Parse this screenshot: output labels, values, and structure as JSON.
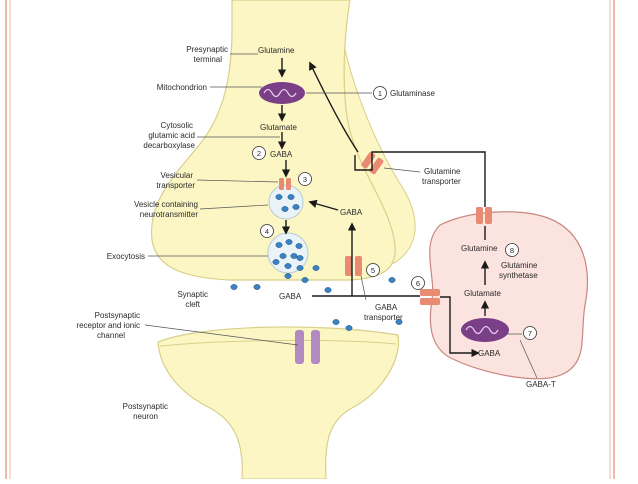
{
  "labels": {
    "presynaptic_terminal": [
      "Presynaptic",
      "terminal"
    ],
    "mitochondrion": "Mitochondrion",
    "cytosolic_gad": [
      "Cytosolic",
      "glutamic acid",
      "decarboxylase"
    ],
    "vesicular_transporter": [
      "Vesicular",
      "transporter"
    ],
    "vesicle_containing_nt": [
      "Vesicle containing",
      "neurotransmitter"
    ],
    "exocytosis": "Exocytosis",
    "synaptic_cleft": [
      "Synaptic",
      "cleft"
    ],
    "postsynaptic_receptor": [
      "Postsynaptic",
      "receptor and ionic",
      "channel"
    ],
    "postsynaptic_neuron": [
      "Postsynaptic",
      "neuron"
    ],
    "glutamine_top": "Glutamine",
    "glutamate_top": "Glutamate",
    "gaba_step2": "GABA",
    "gaba_cleft": "GABA",
    "gaba_mid": "GABA",
    "gaba_transporter": [
      "GABA",
      "transporter"
    ],
    "glutaminase": "Glutaminase",
    "glutamine_transporter": [
      "Glutamine",
      "transporter"
    ],
    "glutamine_glia": "Glutamine",
    "glutamine_synthetase": [
      "Glutamine",
      "synthetase"
    ],
    "glutamate_glia": "Glutamate",
    "gaba_glia": "GABA",
    "gaba_t": "GABA-T"
  },
  "step_numbers": [
    "1",
    "2",
    "3",
    "4",
    "5",
    "6",
    "7",
    "8"
  ],
  "colors": {
    "presynaptic_fill": "#fbf6c4",
    "presynaptic_stroke": "#d9cf8a",
    "glia_fill": "#fbe3df",
    "glia_stroke": "#c9877f",
    "vesicle_fill": "#e9f3f8",
    "dot_fill": "#3b82c4",
    "mito_fill": "#7a3f86",
    "transporter_fill": "#e98a72",
    "receptor_fill": "#b38abf",
    "arrow": "#1a1a1a",
    "border_accent": "#f0b9a8"
  }
}
